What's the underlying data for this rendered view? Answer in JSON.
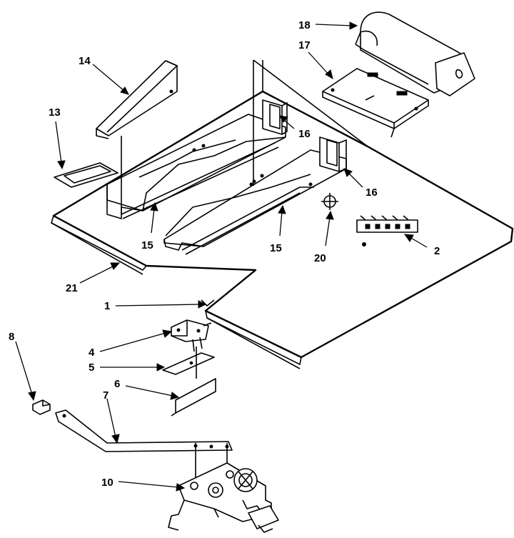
{
  "diagram": {
    "callouts": [
      {
        "id": "c18",
        "text": "18"
      },
      {
        "id": "c17",
        "text": "17"
      },
      {
        "id": "c14",
        "text": "14"
      },
      {
        "id": "c13",
        "text": "13"
      },
      {
        "id": "c16a",
        "text": "16"
      },
      {
        "id": "c16b",
        "text": "16"
      },
      {
        "id": "c15a",
        "text": "15"
      },
      {
        "id": "c15b",
        "text": "15"
      },
      {
        "id": "c20",
        "text": "20"
      },
      {
        "id": "c2",
        "text": "2"
      },
      {
        "id": "c21",
        "text": "21"
      },
      {
        "id": "c1",
        "text": "1"
      },
      {
        "id": "c8",
        "text": "8"
      },
      {
        "id": "c4",
        "text": "4"
      },
      {
        "id": "c5",
        "text": "5"
      },
      {
        "id": "c6",
        "text": "6"
      },
      {
        "id": "c7",
        "text": "7"
      },
      {
        "id": "c10",
        "text": "10"
      }
    ]
  }
}
